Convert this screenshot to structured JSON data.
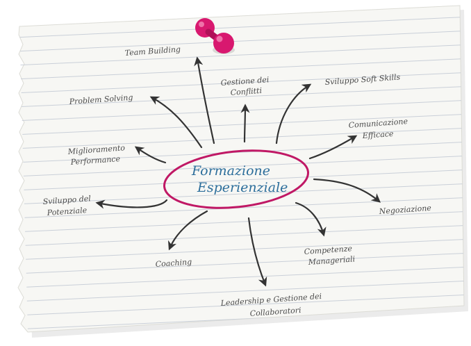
{
  "center": {
    "line1": "Formazione",
    "line2": "Esperienziale"
  },
  "topics": {
    "team_building": "Team Building",
    "gestione_conflitti_1": "Gestione dei",
    "gestione_conflitti_2": "Conflitti",
    "soft_skills": "Sviluppo Soft Skills",
    "problem_solving": "Problem Solving",
    "comunicazione_1": "Comunicazione",
    "comunicazione_2": "Efficace",
    "miglioramento_1": "Miglioramento",
    "miglioramento_2": "Performance",
    "potenziale_1": "Sviluppo del",
    "potenziale_2": "Potenziale",
    "negoziazione": "Negoziazione",
    "competenze_1": "Competenze",
    "competenze_2": "Manageriali",
    "coaching": "Coaching",
    "leadership_1": "Leadership e Gestione dei",
    "leadership_2": "Collaboratori"
  },
  "colors": {
    "paper": "#f7f7f4",
    "ruled_line": "#c9cfd8",
    "pin": "#d8186f",
    "ellipse": "#c01865",
    "center_text": "#2c6e9b",
    "ink": "#333333"
  }
}
